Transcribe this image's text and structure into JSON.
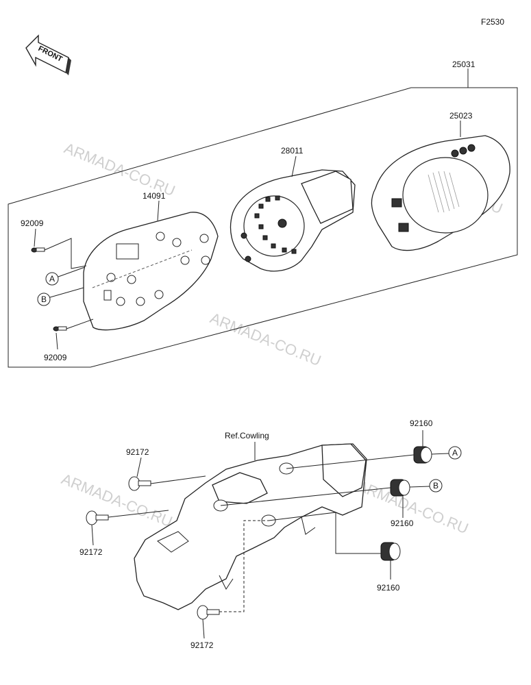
{
  "diagram_code": "F2530",
  "front_label": "FRONT",
  "watermark": "ARMADA-CO.RU",
  "ref_note": "Ref.Cowling",
  "parts": {
    "p25031": "25031",
    "p25023": "25023",
    "p28011": "28011",
    "p14091": "14091",
    "p92009_top": "92009",
    "p92009_bottom": "92009",
    "p92172_top": "92172",
    "p92172_mid": "92172",
    "p92172_bottom": "92172",
    "p92160_top": "92160",
    "p92160_mid": "92160",
    "p92160_bottom": "92160"
  },
  "callouts": {
    "a_left": "A",
    "b_left": "B",
    "a_right": "A",
    "b_right": "B"
  }
}
